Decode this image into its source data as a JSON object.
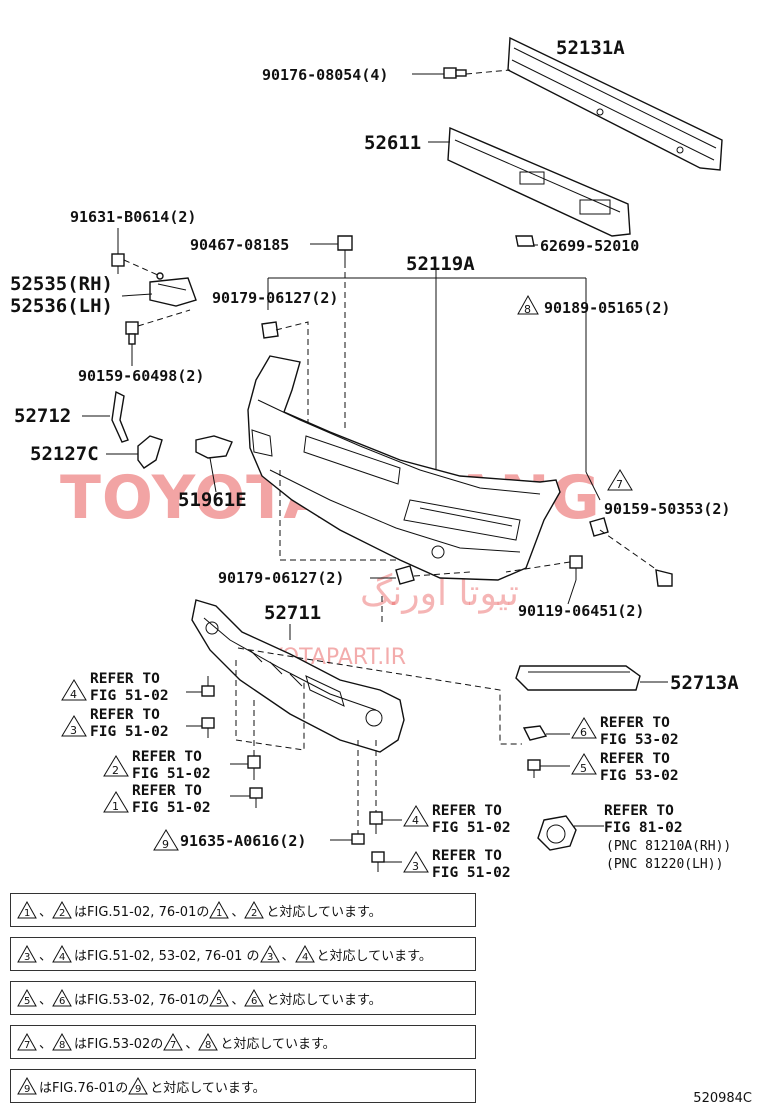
{
  "watermark": {
    "main": "TOYOTA ORANG",
    "persian": "تیوتا اورنگ",
    "site": "TOYOTAPART.IR"
  },
  "parts": {
    "p52131A": "52131A",
    "p90176": "90176-08054(4)",
    "p52611": "52611",
    "p91631": "91631-B0614(2)",
    "p90467": "90467-08185",
    "p62699": "62699-52010",
    "p52119A": "52119A",
    "p52535": "52535(RH)",
    "p52536": "52536(LH)",
    "p90179a": "90179-06127(2)",
    "p90189": "90189-05165(2)",
    "p90159a": "90159-60498(2)",
    "p52712": "52712",
    "p52127C": "52127C",
    "p51961E": "51961E",
    "p90159b": "90159-50353(2)",
    "p90179b": "90179-06127(2)",
    "p90119": "90119-06451(2)",
    "p52711": "52711",
    "p52713A": "52713A",
    "p91635": "91635-A0616(2)"
  },
  "refs": {
    "refer_to": "REFER TO",
    "fig5102": "FIG 51-02",
    "fig5302": "FIG 53-02",
    "fig8102": "FIG 81-02",
    "pnc_rh": "(PNC 81210A(RH))",
    "pnc_lh": "(PNC 81220(LH))"
  },
  "triangles": [
    "1",
    "2",
    "3",
    "4",
    "5",
    "6",
    "7",
    "8",
    "9"
  ],
  "notes": [
    {
      "a": "1",
      "b": "2",
      "mid": "はFIG.51-02, 76-01の",
      "end": "と対応しています。"
    },
    {
      "a": "3",
      "b": "4",
      "mid": "はFIG.51-02, 53-02, 76-01 の",
      "end": "と対応しています。"
    },
    {
      "a": "5",
      "b": "6",
      "mid": "はFIG.53-02, 76-01の",
      "end": "と対応しています。"
    },
    {
      "a": "7",
      "b": "8",
      "mid": "はFIG.53-02の",
      "end": "と対応しています。"
    },
    {
      "a": "9",
      "b": "",
      "mid": "はFIG.76-01の",
      "end": "と対応しています。"
    }
  ],
  "diagram_code": "520984C"
}
